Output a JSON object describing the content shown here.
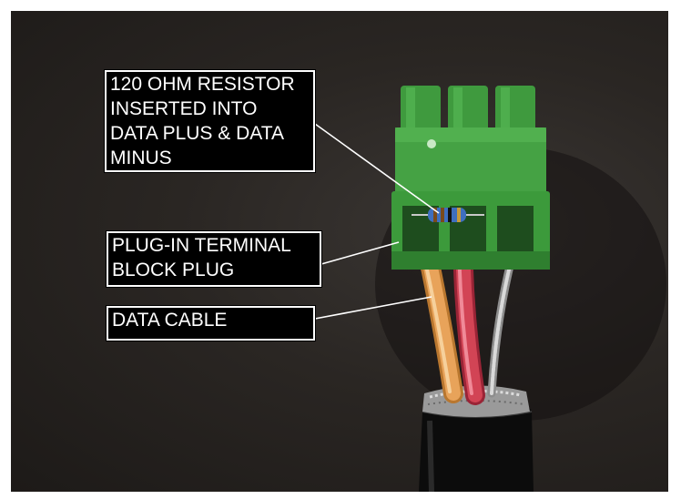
{
  "callouts": {
    "resistor": {
      "lines": [
        "120 OHM RESISTOR",
        "INSERTED INTO",
        "DATA PLUS & DATA",
        "MINUS"
      ]
    },
    "terminal_block": {
      "lines": [
        "PLUG-IN TERMINAL",
        "BLOCK PLUG"
      ]
    },
    "data_cable": {
      "lines": [
        "DATA CABLE"
      ]
    }
  },
  "colors": {
    "background": "#241f1d",
    "connector_green": "#3f9a3e",
    "wire_orange": "#e8a35a",
    "wire_red": "#d24455",
    "shield_wire": "#b9b9b9",
    "cable_jacket": "#111111",
    "label_bg": "#000000",
    "label_text": "#ffffff"
  }
}
